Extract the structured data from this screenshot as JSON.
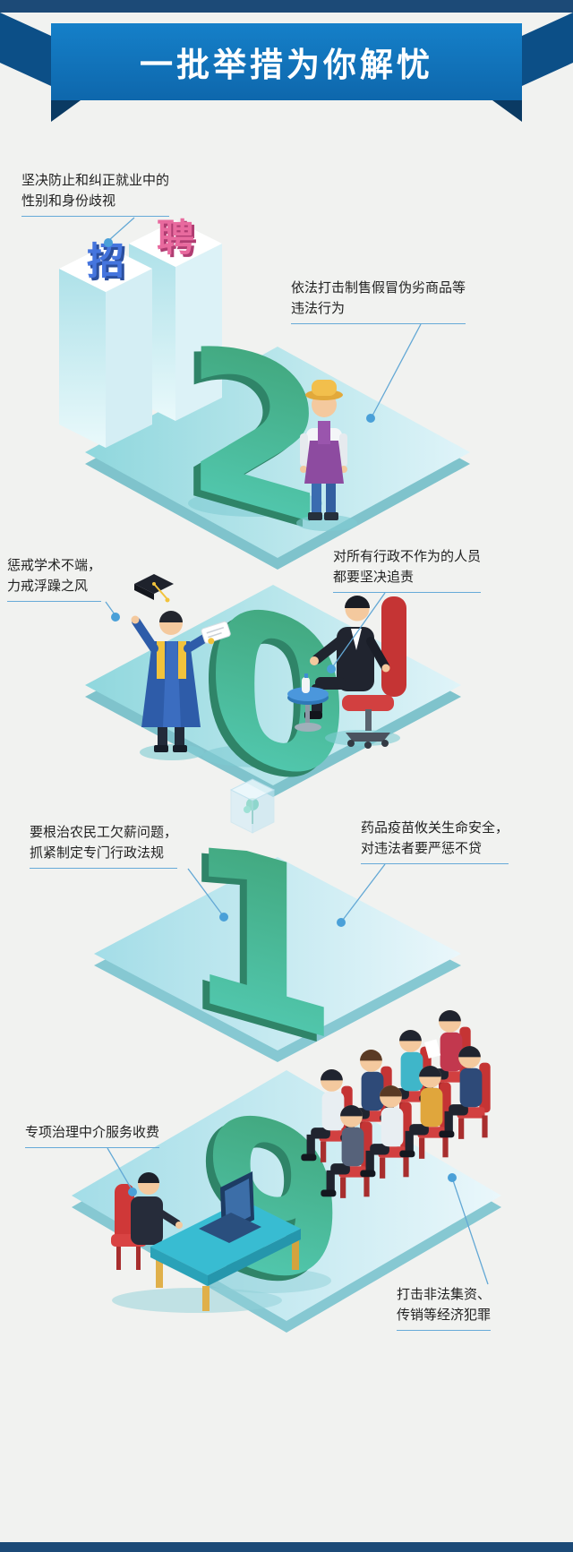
{
  "banner": {
    "title": "一批举措为你解忧"
  },
  "year_digits": [
    "2",
    "0",
    "1",
    "9"
  ],
  "sign_blocks": {
    "left_char": "招",
    "right_char": "聘"
  },
  "callouts": [
    {
      "id": "employment-discrimination",
      "lines": [
        "坚决防止和纠正就业中的",
        "性别和身份歧视"
      ]
    },
    {
      "id": "counterfeit-crackdown",
      "lines": [
        "依法打击制售假冒伪劣商品等",
        "违法行为"
      ]
    },
    {
      "id": "academic-misconduct",
      "lines": [
        "惩戒学术不端，",
        "力戒浮躁之风"
      ]
    },
    {
      "id": "administrative-accountability",
      "lines": [
        "对所有行政不作为的人员",
        "都要坚决追责"
      ]
    },
    {
      "id": "migrant-wage-arrears",
      "lines": [
        "要根治农民工欠薪问题，",
        "抓紧制定专门行政法规"
      ]
    },
    {
      "id": "drug-vaccine-safety",
      "lines": [
        "药品疫苗攸关生命安全，",
        "对违法者要严惩不贷"
      ]
    },
    {
      "id": "agency-fees",
      "lines": [
        "专项治理中介服务收费"
      ]
    },
    {
      "id": "economic-crimes",
      "lines": [
        "打击非法集资、",
        "传销等经济犯罪"
      ]
    }
  ],
  "colors": {
    "banner_blue": "#1173b8",
    "ribbon_navy": "#1c4a77",
    "leader_line": "#63a8d5",
    "leader_dot": "#4aa0d8",
    "number_green_top": "#3fa276",
    "number_green_bottom": "#55cfb9",
    "platform_teal": "#93d9de",
    "chair_red": "#c53434",
    "text": "#222222",
    "background": "#f1f2f0"
  }
}
